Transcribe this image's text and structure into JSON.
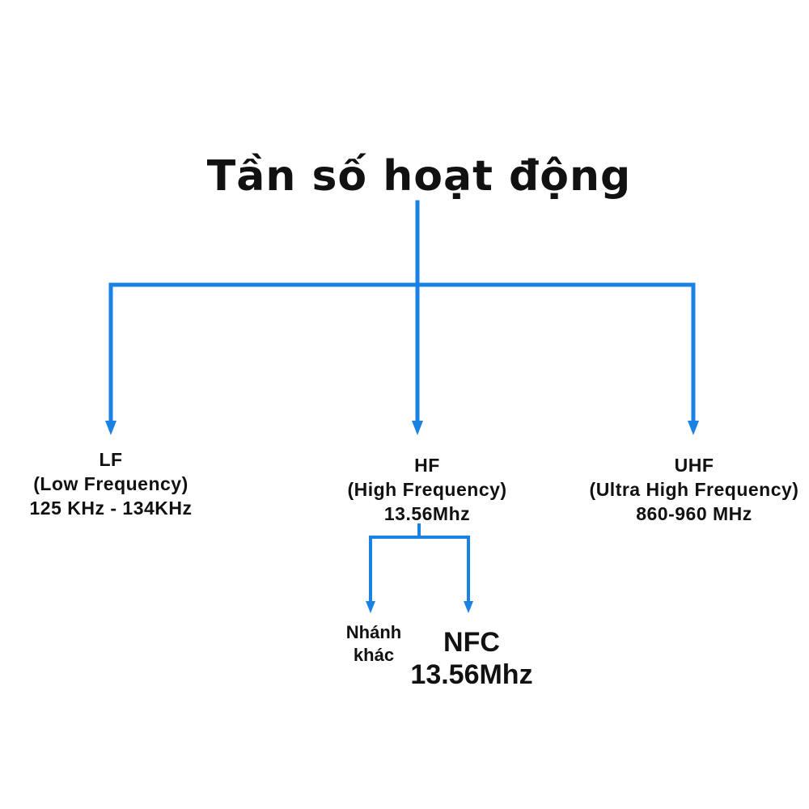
{
  "diagram": {
    "title": "Tần số hoạt động",
    "connector_color": "#1a82e2",
    "bands": [
      {
        "id": "lf",
        "lines": [
          "LF",
          "(Low Frequency)",
          "125 KHz - 134KHz"
        ]
      },
      {
        "id": "hf",
        "lines": [
          "HF",
          "(High Frequency)",
          "13.56Mhz"
        ]
      },
      {
        "id": "uhf",
        "lines": [
          "UHF",
          "(Ultra High Frequency)",
          "860-960 MHz"
        ]
      }
    ],
    "hf_children": [
      {
        "id": "other",
        "lines": [
          "Nhánh",
          "khác"
        ]
      },
      {
        "id": "nfc",
        "lines": [
          "NFC",
          "13.56Mhz"
        ]
      }
    ]
  }
}
